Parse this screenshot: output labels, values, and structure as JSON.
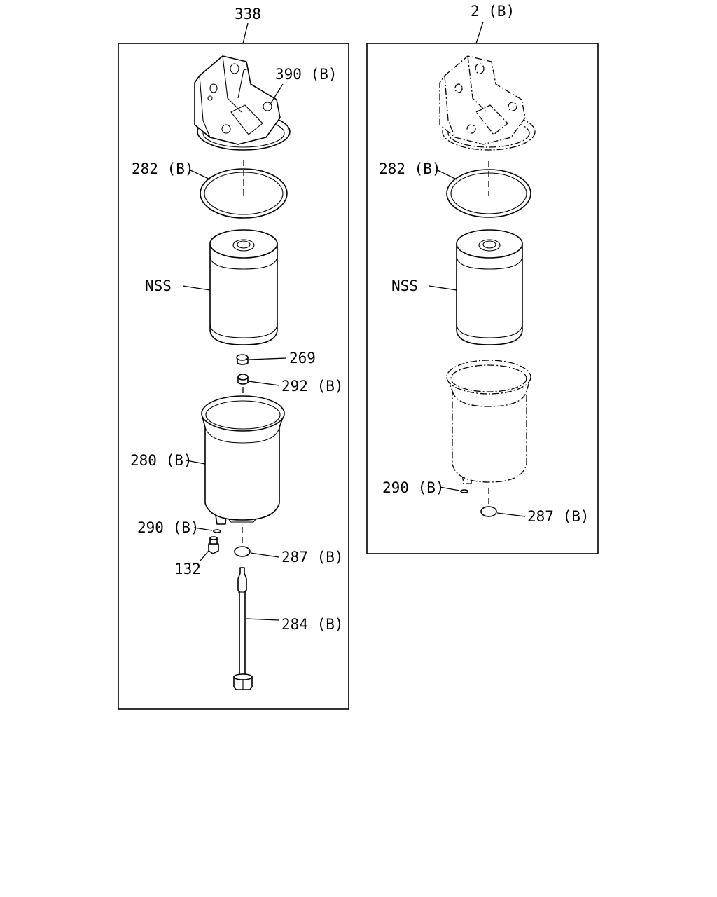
{
  "assemblies": [
    {
      "id": "left",
      "assembly_number": "338",
      "parts": {
        "head": "390 (B)",
        "head_o_ring": "282 (B)",
        "element": "NSS",
        "nut": "269",
        "seal_washer": "292 (B)",
        "bowl": "280 (B)",
        "small_o_ring": "290 (B)",
        "drain_plug": "132",
        "bottom_o_ring": "287 (B)",
        "center_bolt": "284 (B)"
      }
    },
    {
      "id": "right",
      "assembly_number": "2 (B)",
      "parts": {
        "head_o_ring": "282 (B)",
        "element": "NSS",
        "small_o_ring": "290 (B)",
        "bottom_o_ring": "287 (B)"
      }
    }
  ]
}
